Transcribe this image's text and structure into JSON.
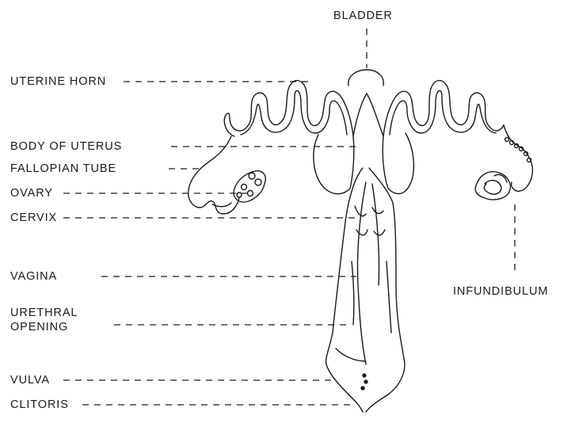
{
  "diagram": {
    "labels": {
      "bladder": "BLADDER",
      "uterine_horn": "UTERINE HORN",
      "body_of_uterus": "BODY OF UTERUS",
      "fallopian_tube": "FALLOPIAN TUBE",
      "ovary": "OVARY",
      "cervix": "CERVIX",
      "vagina": "VAGINA",
      "urethral_opening_line1": "URETHRAL",
      "urethral_opening_line2": "OPENING",
      "vulva": "VULVA",
      "clitoris": "CLITORIS",
      "infundibulum": "INFUNDIBULUM"
    },
    "colors": {
      "ink": "#1a1a1a",
      "background": "#ffffff"
    }
  }
}
